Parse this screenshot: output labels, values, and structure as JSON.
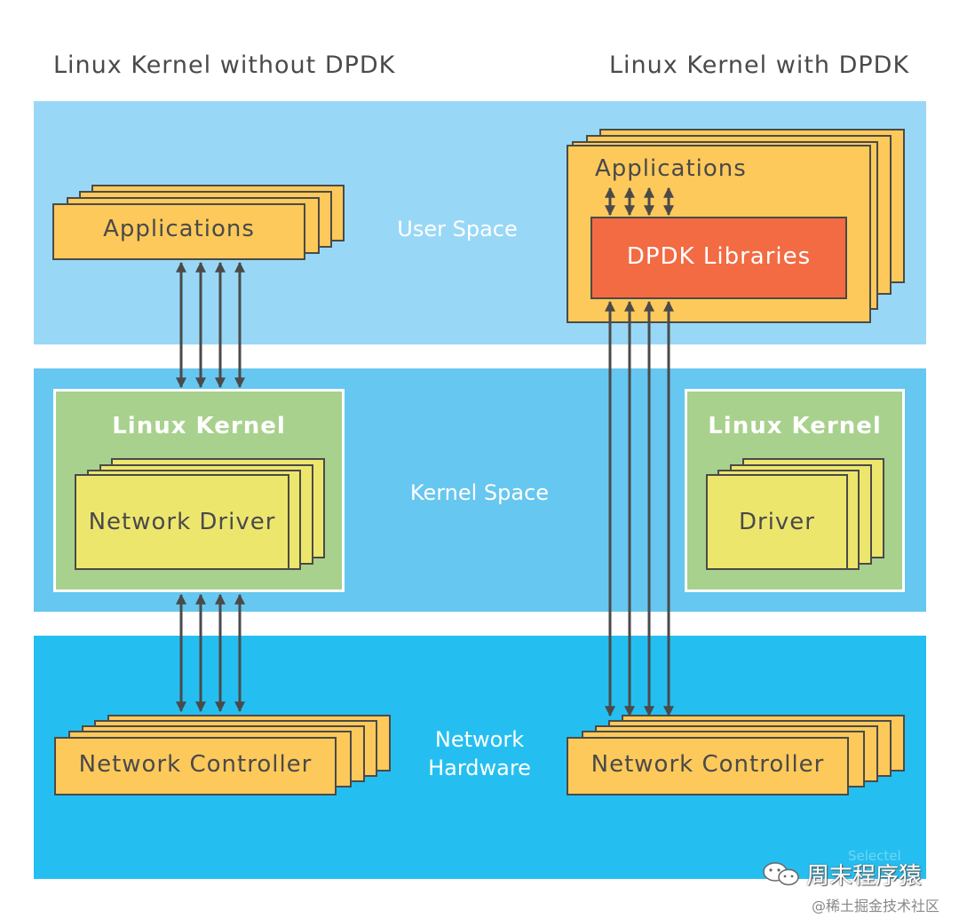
{
  "headings": {
    "left": "Linux Kernel without DPDK",
    "right": "Linux Kernel with DPDK"
  },
  "bands": {
    "user_space": "User Space",
    "kernel_space": "Kernel Space",
    "network_hardware_line1": "Network",
    "network_hardware_line2": "Hardware"
  },
  "left": {
    "applications": "Applications",
    "kernel_title": "Linux Kernel",
    "driver": "Network Driver",
    "controller": "Network Controller"
  },
  "right": {
    "applications": "Applications",
    "dpdk_libraries": "DPDK Libraries",
    "kernel_title": "Linux Kernel",
    "driver": "Driver",
    "controller": "Network Controller"
  },
  "watermark": {
    "faded_logo": "Selectel",
    "account": "周末程序猿",
    "credit": "@稀土掘金技术社区"
  },
  "colors": {
    "user_space": "#98d8f6",
    "kernel_space": "#66c7f0",
    "network_hardware": "#24bff0",
    "card": "#fdc95a",
    "dpdk": "#f26b43",
    "kernel_box": "#a8d18d",
    "driver": "#ede66d",
    "stroke": "#4a4a4a"
  }
}
